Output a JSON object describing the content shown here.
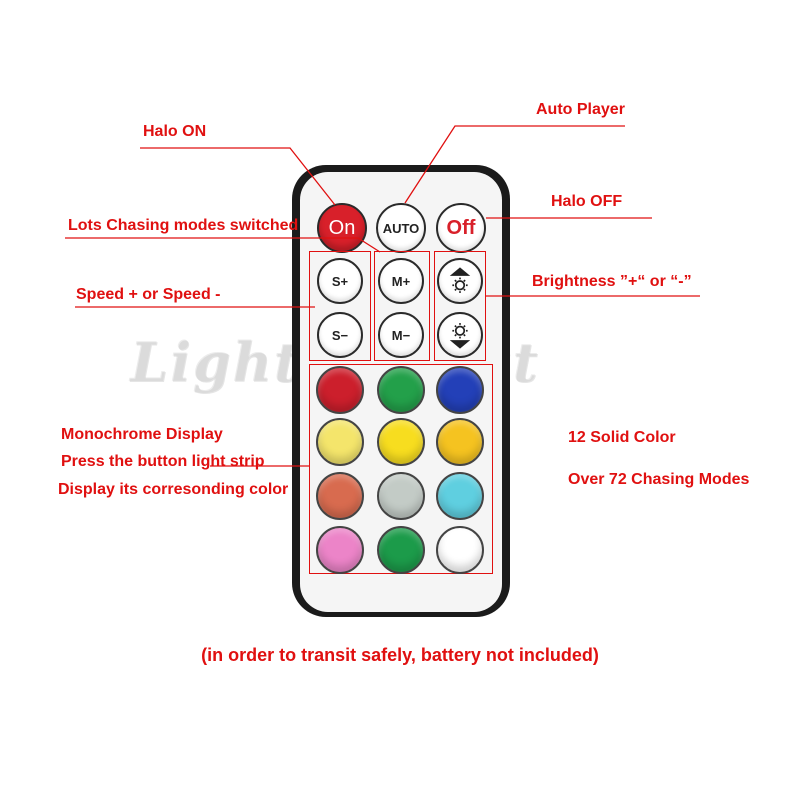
{
  "labels": {
    "halo_on": "Halo ON",
    "auto_player": "Auto Player",
    "halo_off": "Halo OFF",
    "chasing_switch": "Lots Chasing modes switched",
    "speed": "Speed +  or Speed -",
    "brightness": "Brightness ”+“ or “-”",
    "mono_1": "Monochrome Display",
    "mono_2": "Press the button light strip",
    "mono_3": "Display its corresonding color",
    "solid": "12 Solid Color",
    "chasing_count": "Over 72 Chasing Modes"
  },
  "remote": {
    "top_buttons": {
      "on": "On",
      "auto": "AUTO",
      "off": "Off"
    },
    "speed_buttons": {
      "up": "S+",
      "down": "S−"
    },
    "mode_buttons": {
      "up": "M+",
      "down": "M−"
    },
    "brightness_icons": {
      "up": "brightness-up-icon",
      "down": "brightness-down-icon"
    },
    "colors": [
      "#cc1f2c",
      "#23a04a",
      "#2340b8",
      "#f4e56b",
      "#f7dd1f",
      "#f5c320",
      "#d86b4f",
      "#c3cbc6",
      "#5fcfe0",
      "#ec84c8",
      "#1c9b4a",
      "#ffffff"
    ],
    "on_color": "#d8202a"
  },
  "watermark": "Lightingbest",
  "footer": "(in order to transit safely, battery not included)",
  "accent_color": "#e01010"
}
